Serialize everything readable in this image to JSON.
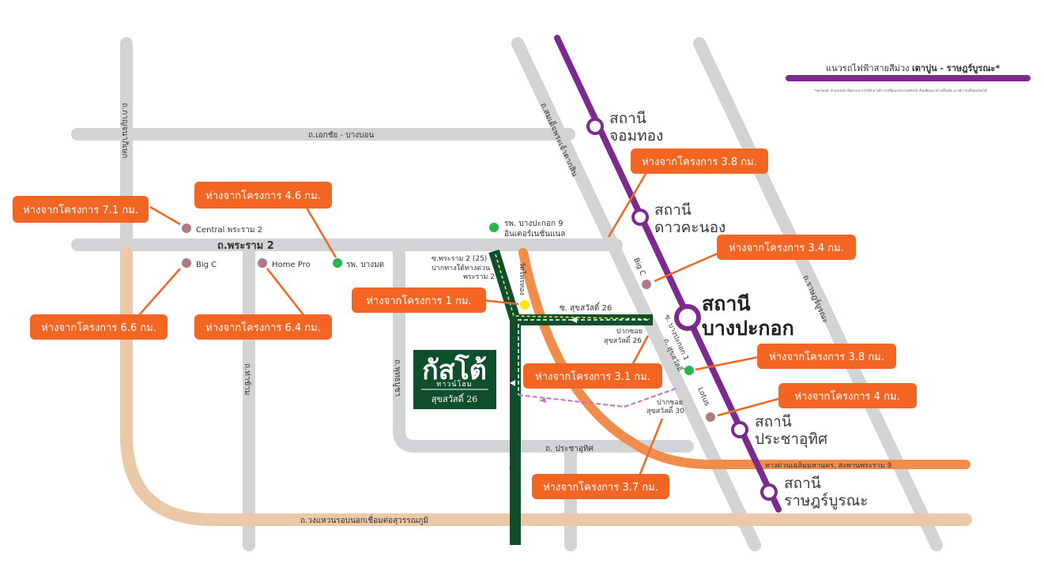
{
  "colors": {
    "road": "#d2d3d5",
    "outer_ring": "#ebc8a8",
    "expressway": "#f08c4c",
    "soi_route": "#0f4f2b",
    "purple_line": "#7b2a8e",
    "callout": "#f26522",
    "poi_brown": "#b07a80",
    "poi_green": "#2bb24c",
    "poi_yellow": "#ffe600"
  },
  "legend": {
    "title_prefix": "แนวรถไฟฟ้าสายสีม่วง ",
    "title_bold": "เตาปูน - ราษฎร์บูรณะ*",
    "note": "*หมายเหตุ: ตำแหน่งสถานีและแนวรถไฟฟ้าอาจมีการเปลี่ยนแปลงภายหลังได้ เป็นเพียงแนวทางเบื้องต้น อาจมีการเปลี่ยนแปลงได้"
  },
  "roads": {
    "ekkachai": "ถ.เอกชัย - บางบอน",
    "rama2": "ถ.พระราม 2",
    "kanlapaphruek": "ถ.กาญจนาภิเษก",
    "somdet": "ถ.สมเด็จพระเจ้าตากสิน",
    "ratburana": "ถ.ราษฎร์บูรณะ",
    "thakham": "ถ.ท่าข้าม",
    "phuttha_bucha": "ถ.พุทธบูชา",
    "soi_rama2_25": "ซ.พระราม 2 (25)",
    "soi_rama2_note1": "ปากทางใต้ทางด่วน",
    "soi_rama2_note2": "พระราม 2",
    "wat_phrae": "วัดไทรทอง",
    "soi_sukhsawat26": "ซ. สุขสวัสดิ์ 26",
    "pak_soi_26_1": "ปากซอย",
    "pak_soi_26_2": "สุขสวัสดิ์ 26",
    "pak_soi_30_1": "ปากซอย",
    "pak_soi_30_2": "สุขสวัสดิ์ 30",
    "sukhsawat": "ถ. สุขสวัสดิ์",
    "bang_pakok1": "ซ. บางปะกอก 1",
    "pracha_uthit": "ถ. ประชาอุทิศ",
    "phuttha39": "ซ. พุทธบูชา 39",
    "expressway": "ทางด่วนเฉลิมมหานคร, สะพานพระราม 9",
    "outer_ring": "ถ.วงแหวนรอบนอกเชื่อมต่อสุวรรณภูมิ"
  },
  "stations": [
    {
      "line1": "สถานี",
      "line2": "จอมทอง"
    },
    {
      "line1": "สถานี",
      "line2": "ดาวคะนอง"
    },
    {
      "line1": "สถานี",
      "line2": "บางปะกอก"
    },
    {
      "line1": "สถานี",
      "line2": "ประชาอุทิศ"
    },
    {
      "line1": "สถานี",
      "line2": "ราษฎร์บูรณะ"
    }
  ],
  "pois": {
    "central": "Central พระราม 2",
    "bigc_left": "Big C",
    "homepro": "Home Pro",
    "bangmod": "รพ. บางมด",
    "bangpakok9_1": "รพ. บางปะกอก 9",
    "bangpakok9_2": "อินเตอร์เนชั่นแนล",
    "bigc_right": "Big C",
    "lotus": "Lotus"
  },
  "callouts": {
    "c71": "ห่างจากโครงการ 7.1 กม.",
    "c46": "ห่างจากโครงการ 4.6 กม.",
    "c66": "ห่างจากโครงการ 6.6 กม.",
    "c64": "ห่างจากโครงการ 6.4 กม.",
    "c1": "ห่างจากโครงการ 1 กม.",
    "c31": "ห่างจากโครงการ 3.1 กม.",
    "c37": "ห่างจากโครงการ 3.7 กม.",
    "c38a": "ห่างจากโครงการ 3.8 กม.",
    "c34": "ห่างจากโครงการ 3.4 กม.",
    "c38b": "ห่างจากโครงการ 3.8 กม.",
    "c4": "ห่างจากโครงการ 4 กม."
  },
  "logo": {
    "main": "กัสโต้",
    "sub": "ทาวน์โฮม",
    "place": "สุขสวัสดิ์ 26"
  }
}
